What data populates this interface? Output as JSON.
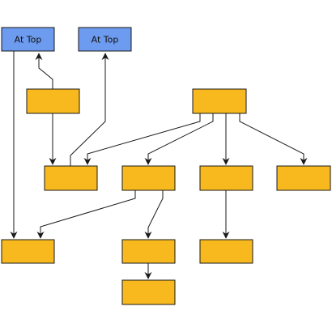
{
  "colors": {
    "top_fill": "#6d9bef",
    "node_fill": "#f8b91e",
    "edge": "#1a1a1a"
  },
  "nodes": {
    "top_left": {
      "label": "At Top",
      "kind": "top"
    },
    "top_right": {
      "label": "At Top",
      "kind": "top"
    },
    "n_a": {
      "label": "",
      "kind": "plain"
    },
    "n_b": {
      "label": "",
      "kind": "plain"
    },
    "n_c": {
      "label": "",
      "kind": "plain"
    },
    "n_d": {
      "label": "",
      "kind": "plain"
    },
    "n_e": {
      "label": "",
      "kind": "plain"
    },
    "n_f": {
      "label": "",
      "kind": "plain"
    },
    "n_g": {
      "label": "",
      "kind": "plain"
    },
    "n_h": {
      "label": "",
      "kind": "plain"
    },
    "n_i": {
      "label": "",
      "kind": "plain"
    },
    "n_j": {
      "label": "",
      "kind": "plain"
    }
  },
  "edges": [
    {
      "from": "n_a",
      "to": "top_left"
    },
    {
      "from": "n_c",
      "to": "top_right"
    },
    {
      "from": "top_left",
      "to": "n_g"
    },
    {
      "from": "n_a",
      "to": "n_c"
    },
    {
      "from": "n_b",
      "to": "n_c"
    },
    {
      "from": "n_b",
      "to": "n_d"
    },
    {
      "from": "n_b",
      "to": "n_e"
    },
    {
      "from": "n_b",
      "to": "n_f"
    },
    {
      "from": "n_d",
      "to": "n_g"
    },
    {
      "from": "n_d",
      "to": "n_h"
    },
    {
      "from": "n_e",
      "to": "n_i"
    },
    {
      "from": "n_h",
      "to": "n_j"
    }
  ]
}
